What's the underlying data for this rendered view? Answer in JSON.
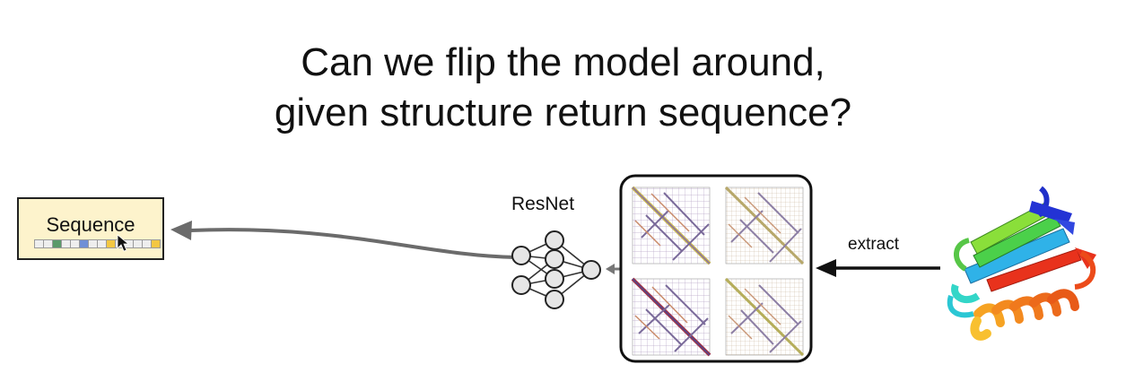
{
  "slide": {
    "title_line1": "Can we flip the model around,",
    "title_line2": "given structure return sequence?"
  },
  "sequence_box": {
    "label": "Sequence",
    "fill_color": "#fdf3cc",
    "token_colors": [
      "#eeeeee",
      "#eeeeee",
      "#5a9a6a",
      "#eeeeee",
      "#eeeeee",
      "#6f8fd6",
      "#eeeeee",
      "#eeeeee",
      "#f3c742",
      "#eeeeee",
      "#eeeeee",
      "#eeeeee",
      "#eeeeee",
      "#f3c742"
    ]
  },
  "network": {
    "label": "ResNet",
    "icon": "neural-network-icon"
  },
  "contact_maps": {
    "icon": "distance-map-icon",
    "panel_count": 4
  },
  "extract_arrow": {
    "label": "extract"
  },
  "protein": {
    "icon": "protein-ribbon-structure-icon"
  }
}
